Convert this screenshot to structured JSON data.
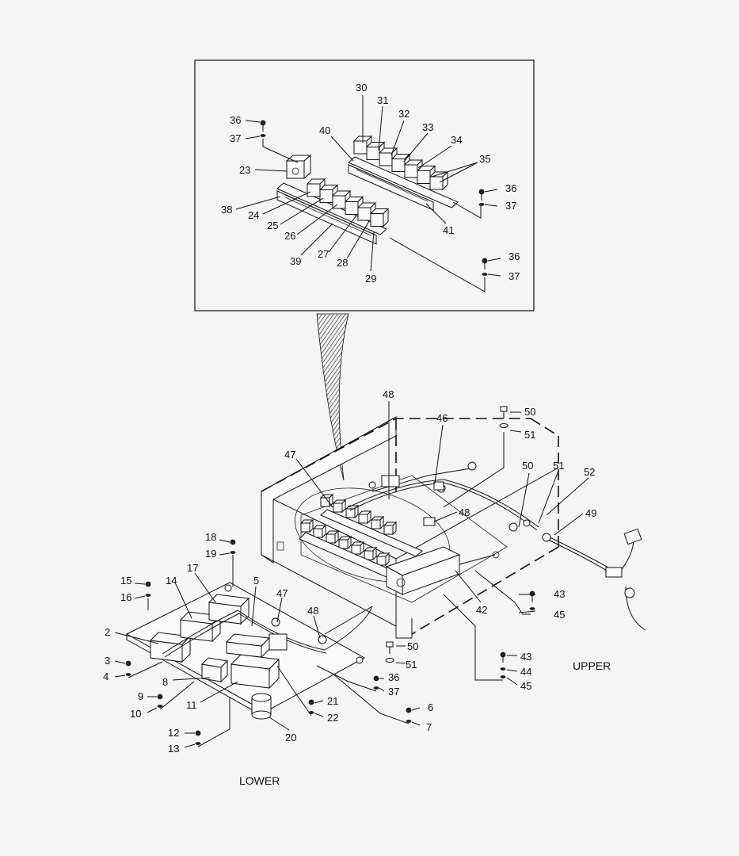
{
  "diagram": {
    "captions": {
      "upper": "UPPER",
      "lower": "LOWER"
    },
    "inset_labels": [
      "30",
      "31",
      "32",
      "33",
      "34",
      "35",
      "36",
      "37",
      "40",
      "23",
      "38",
      "24",
      "25",
      "26",
      "39",
      "27",
      "28",
      "29",
      "36",
      "37",
      "41",
      "36",
      "37"
    ],
    "main_labels": [
      "48",
      "46",
      "50",
      "51",
      "47",
      "50",
      "51",
      "52",
      "48",
      "49",
      "42",
      "43",
      "45",
      "18",
      "19",
      "15",
      "16",
      "14",
      "17",
      "5",
      "47",
      "48",
      "2",
      "3",
      "4",
      "8",
      "9",
      "10",
      "11",
      "12",
      "13",
      "20",
      "21",
      "22",
      "36",
      "37",
      "6",
      "7",
      "50",
      "51",
      "43",
      "44",
      "45"
    ]
  }
}
